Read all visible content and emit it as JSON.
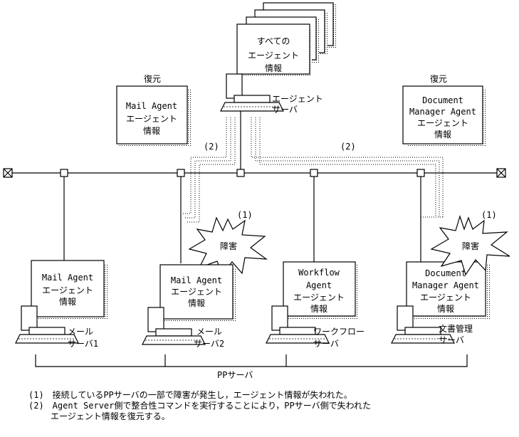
{
  "agent_server": {
    "box_lines": [
      "すべての",
      "エージェント",
      "情報"
    ],
    "label_lines": [
      "エージェント",
      "サーバ"
    ]
  },
  "restore_left": {
    "caption": "復元",
    "box_lines": [
      "Mail Agent",
      "エージェント",
      "情報"
    ]
  },
  "restore_right": {
    "caption": "復元",
    "box_lines": [
      "Document",
      "Manager Agent",
      "エージェント",
      "情報"
    ]
  },
  "path_label_left": "(2)",
  "path_label_right": "(2)",
  "failure_left": {
    "label": "障害",
    "marker": "(1)"
  },
  "failure_right": {
    "label": "障害",
    "marker": "(1)"
  },
  "servers": [
    {
      "box_lines": [
        "Mail Agent",
        "エージェント",
        "情報"
      ],
      "label_lines": [
        "メール",
        "サーバ1"
      ]
    },
    {
      "box_lines": [
        "Mail Agent",
        "エージェント",
        "情報"
      ],
      "label_lines": [
        "メール",
        "サーバ2"
      ]
    },
    {
      "box_lines": [
        "Workflow",
        "Agent",
        "エージェント",
        "情報"
      ],
      "label_lines": [
        "ワークフロー",
        "サーバ"
      ]
    },
    {
      "box_lines": [
        "Document",
        "Manager Agent",
        "エージェント",
        "情報"
      ],
      "label_lines": [
        "文書管理",
        "サーバ"
      ]
    }
  ],
  "pp_server_label": "PPサーバ",
  "notes": {
    "n1": "(1)　接続しているPPサーバの一部で障害が発生し，エージェント情報が失われた。",
    "n2": "(2)　Agent Server側で整合性コマンドを実行することにより，PPサーバ側で失われた",
    "n2_cont": "エージェント情報を復元する。"
  }
}
